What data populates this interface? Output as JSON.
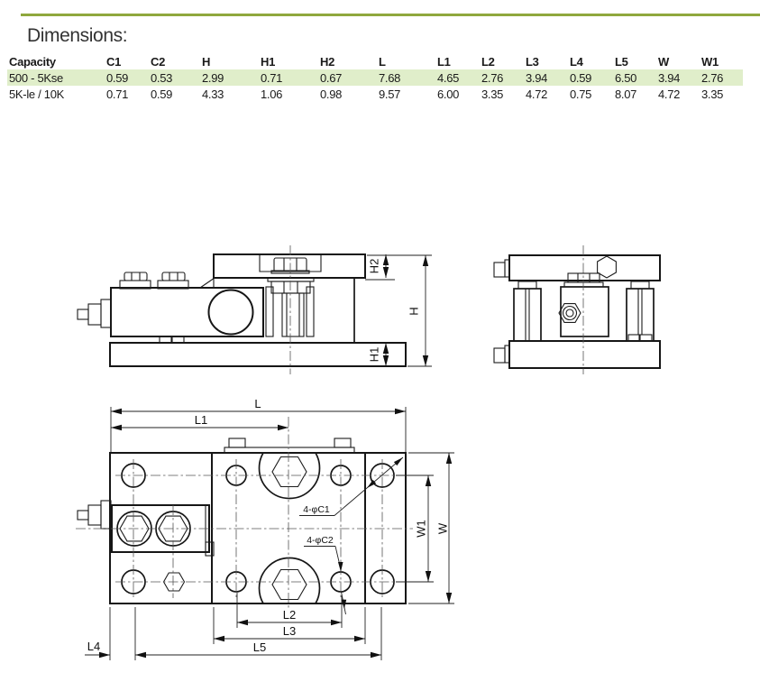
{
  "page": {
    "title": "Dimensions:",
    "accent_color": "#8fa83d",
    "highlight_color": "#e0eeca"
  },
  "table": {
    "columns": [
      "Capacity",
      "C1",
      "C2",
      "H",
      "H1",
      "H2",
      "L",
      "L1",
      "L2",
      "L3",
      "L4",
      "L5",
      "W",
      "W1"
    ],
    "rows": [
      {
        "capacity": "500 - 5Kse",
        "highlighted": true,
        "values": [
          "0.59",
          "0.53",
          "2.99",
          "0.71",
          "0.67",
          "7.68",
          "4.65",
          "2.76",
          "3.94",
          "0.59",
          "6.50",
          "3.94",
          "2.76"
        ]
      },
      {
        "capacity": "5K-le / 10K",
        "highlighted": false,
        "values": [
          "0.71",
          "0.59",
          "4.33",
          "1.06",
          "0.98",
          "9.57",
          "6.00",
          "3.35",
          "4.72",
          "0.75",
          "8.07",
          "4.72",
          "3.35"
        ]
      }
    ]
  },
  "drawings": {
    "side_view": {
      "labels": {
        "h2": "H2",
        "h": "H",
        "h1": "H1"
      }
    },
    "top_view": {
      "labels": {
        "l": "L",
        "l1": "L1",
        "l2": "L2",
        "l3": "L3",
        "l4": "L4",
        "l5": "L5",
        "w1": "W1",
        "w": "W",
        "c1_callout": "4-φC1",
        "c2_callout": "4-φC2"
      }
    }
  }
}
